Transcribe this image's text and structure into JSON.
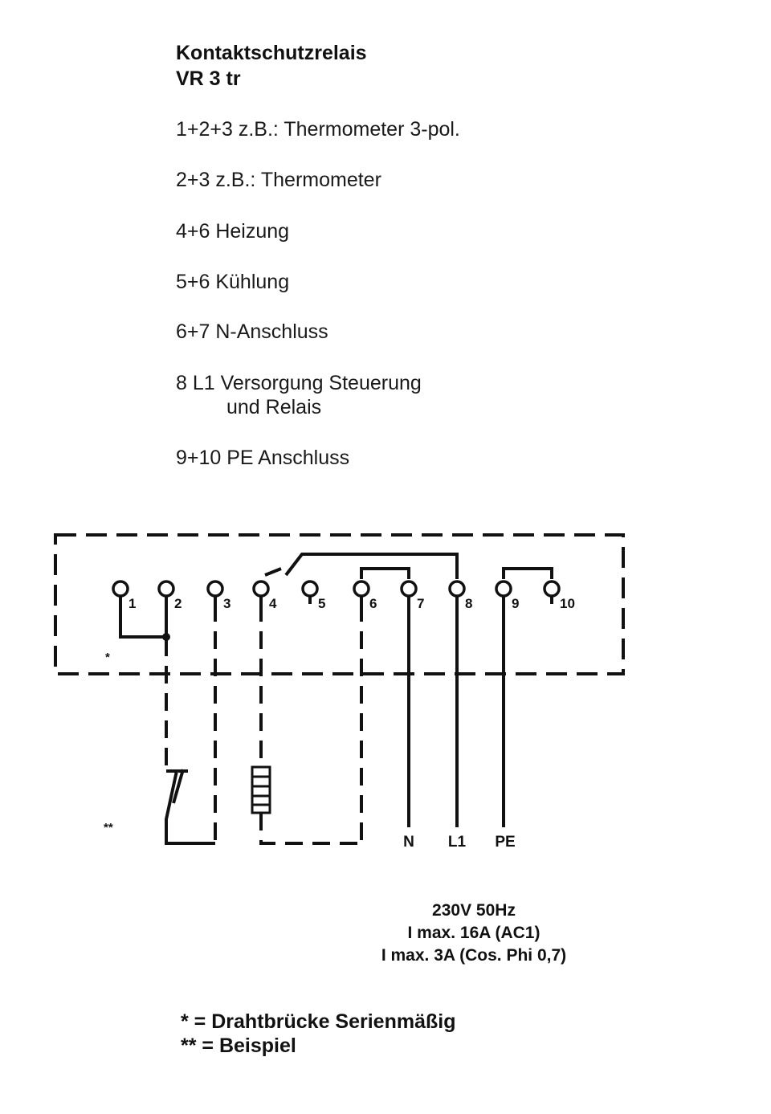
{
  "header": {
    "title": "Kontaktschutzrelais",
    "model": "VR 3 tr"
  },
  "legend": [
    "1+2+3 z.B.: Thermometer 3-pol.",
    "2+3 z.B.: Thermometer",
    "4+6 Heizung",
    "5+6 Kühlung",
    "6+7 N-Anschluss",
    "8 L1 Versorgung Steuerung",
    "und Relais",
    "9+10 PE Anschluss"
  ],
  "terminals": [
    "1",
    "2",
    "3",
    "4",
    "5",
    "6",
    "7",
    "8",
    "9",
    "10"
  ],
  "markers": {
    "bridge_mark": "*",
    "example_mark": "**"
  },
  "supply_labels": {
    "n": "N",
    "l1": "L1",
    "pe": "PE"
  },
  "specs": [
    "230V 50Hz",
    "I max. 16A (AC1)",
    "I max. 3A (Cos. Phi 0,7)"
  ],
  "footnotes": [
    "* = Drahtbrücke Serienmäßig",
    "** = Beispiel"
  ]
}
